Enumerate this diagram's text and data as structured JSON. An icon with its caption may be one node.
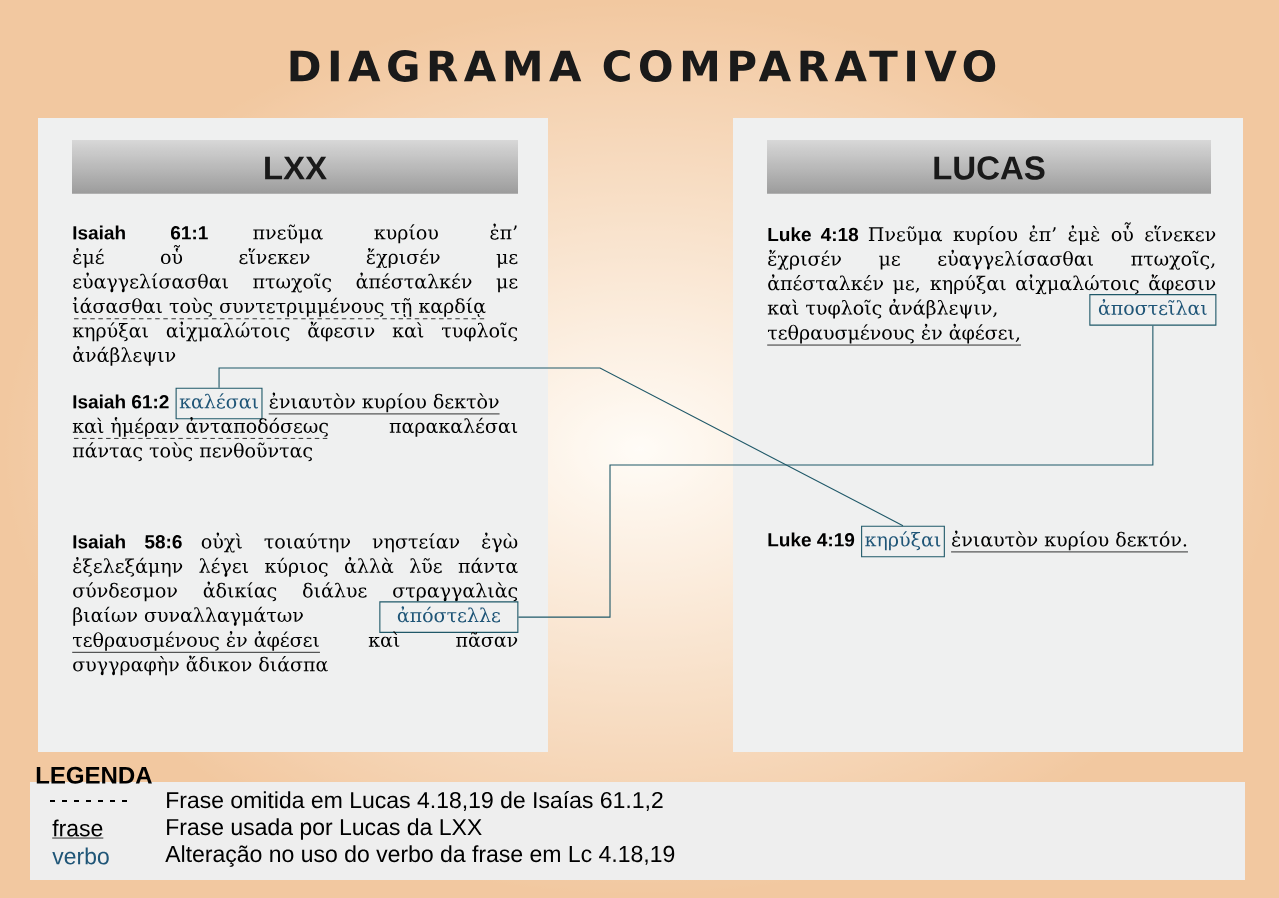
{
  "diagram": {
    "title": "DIAGRAMA COMPARATIVO",
    "nodes": [
      {
        "text": [
          "LXX"
        ]
      },
      {
        "text": [
          "καλέσαι"
        ],
        "in": 0
      },
      {
        "text": [
          "ἀπόστελλε"
        ],
        "in": 0
      },
      {
        "text": [
          "LUCAS"
        ]
      },
      {
        "text": [
          "ἀποστεῖλαι"
        ],
        "in": 3
      },
      {
        "text": [
          "κηρύξαι"
        ],
        "in": 3
      }
    ],
    "edges": [
      {
        "from": 1,
        "to": 5,
        "arrow": "none"
      },
      {
        "from": 2,
        "to": 4,
        "arrow": "none"
      }
    ],
    "labels": [
      "Isaiah 61:1",
      "πνεῦμα κυρίου ἐπ’ ἐμέ οὗ εἵνεκεν ἔχρισέν με εὐαγγελίσασθαι πτωχοῖς ἀπέσταλκέν με",
      "ἰάσασθαι τοὺς συντετριμμένους τῇ καρδίᾳ",
      "κηρύξαι αἰχμαλώτοις ἄφεσιν καὶ τυφλοῖς ἀνάβλεψιν",
      "Isaiah 61:2",
      "ἐνιαυτὸν κυρίου δεκτὸν",
      "καὶ ἡμέραν ἀνταποδόσεως",
      "παρακαλέσαι πάντας τοὺς πενθοῦντας",
      "Isaiah 58:6",
      "οὐχὶ τοιαύτην νηστείαν ἐγὼ ἐξελεξάμην λέγει κύριος ἀλλὰ λῦε πάντα σύνδεσμον ἀδικίας διάλυε στραγγαλιὰς βιαίων συναλλαγμάτων",
      "τεθραυσμένους ἐν ἀφέσει",
      "καὶ πᾶσαν συγγραφὴν ἄδικον διάσπα",
      "Luke 4:18",
      "Πνεῦμα κυρίου ἐπ’ ἐμὲ οὗ εἵνεκεν ἔχρισέν με εὐαγγελίσασθαι πτωχοῖς, ἀπέσταλκέν με, κηρύξαι αἰχμαλώτοις ἄφεσιν καὶ τυφλοῖς ἀνάβλεψιν,",
      "τεθραυσμένους ἐν ἀφέσει,",
      "Luke 4:19",
      "ἐνιαυτὸν κυρίου δεκτόν.",
      "LEGENDA",
      "frase",
      "verbo"
    ],
    "legend": [
      {
        "text": "Frase omitida em Lucas 4.18,19 de Isaías 61.1,2"
      },
      {
        "text": "Frase usada por Lucas da LXX"
      },
      {
        "text": "Alteração no uso do verbo da frase em Lc 4.18,19"
      }
    ]
  }
}
